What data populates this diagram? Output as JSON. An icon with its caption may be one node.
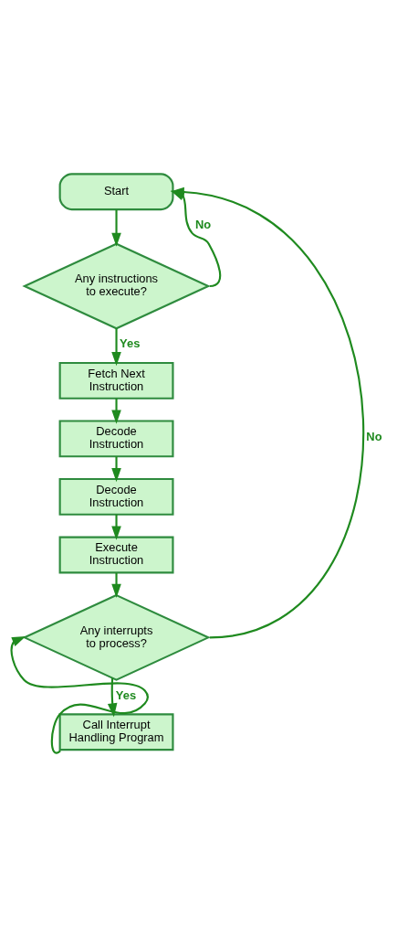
{
  "diagram": {
    "nodes": [
      {
        "text": [
          "Start"
        ]
      },
      {
        "text": [
          "Any instructions to execute?"
        ]
      },
      {
        "text": [
          "Fetch Next Instruction"
        ]
      },
      {
        "text": [
          "Decode Instruction"
        ]
      },
      {
        "text": [
          "Decode Instruction"
        ]
      },
      {
        "text": [
          "Execute Instruction"
        ]
      },
      {
        "text": [
          "Any interrupts to process?"
        ]
      },
      {
        "text": [
          "Call Interrupt Handling Program"
        ]
      }
    ],
    "edges": [
      {
        "from": 0,
        "to": 1,
        "arrow": "to"
      },
      {
        "from": 1,
        "to": 2,
        "arrow": "to",
        "label": "Yes"
      },
      {
        "from": 1,
        "to": 0,
        "arrow": "to",
        "label": "No"
      },
      {
        "from": 2,
        "to": 3,
        "arrow": "to"
      },
      {
        "from": 3,
        "to": 4,
        "arrow": "to"
      },
      {
        "from": 4,
        "to": 5,
        "arrow": "to"
      },
      {
        "from": 5,
        "to": 6,
        "arrow": "to"
      },
      {
        "from": 6,
        "to": 7,
        "arrow": "to",
        "label": "Yes"
      },
      {
        "from": 6,
        "to": 0,
        "arrow": "to",
        "label": "No"
      },
      {
        "from": 7,
        "to": 6,
        "arrow": "to"
      }
    ]
  }
}
